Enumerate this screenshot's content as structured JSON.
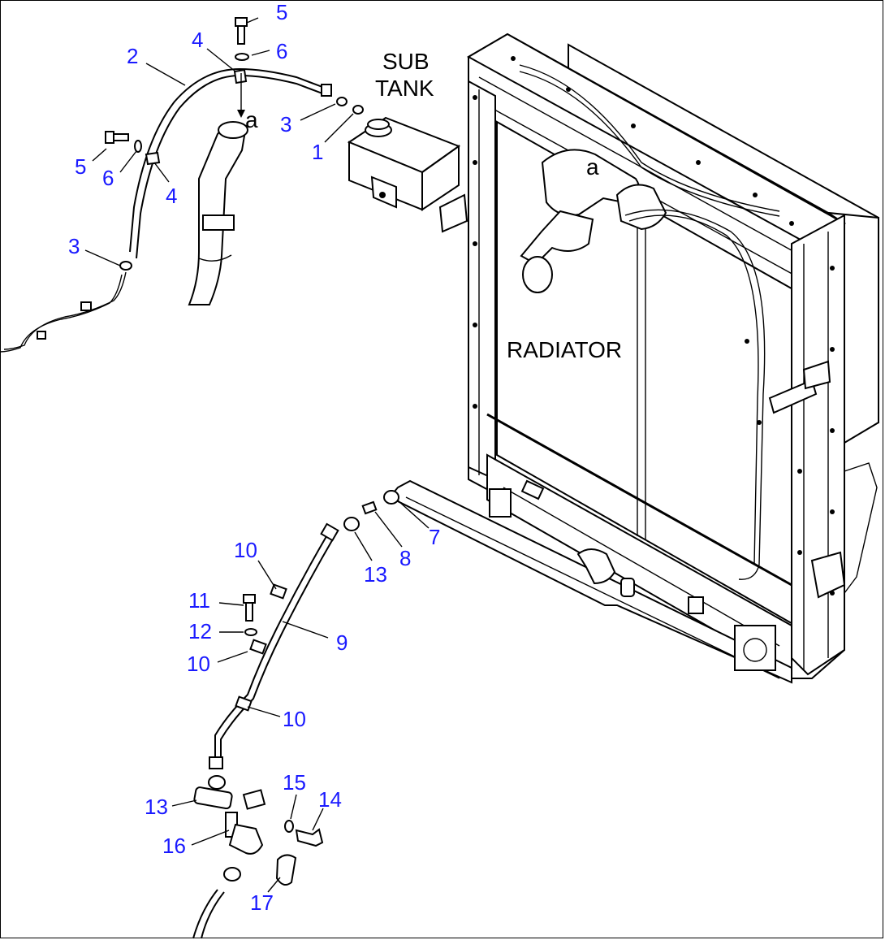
{
  "captions": {
    "sub_tank_line1": "SUB",
    "sub_tank_line2": "TANK",
    "radiator": "RADIATOR",
    "ref_a_top": "a",
    "ref_a_radiator": "a"
  },
  "callouts": [
    {
      "id": "c-5-top",
      "text": "5"
    },
    {
      "id": "c-6-top",
      "text": "6"
    },
    {
      "id": "c-4-top",
      "text": "4"
    },
    {
      "id": "c-2",
      "text": "2"
    },
    {
      "id": "c-3-top",
      "text": "3"
    },
    {
      "id": "c-1",
      "text": "1"
    },
    {
      "id": "c-5-left",
      "text": "5"
    },
    {
      "id": "c-6-left",
      "text": "6"
    },
    {
      "id": "c-4-left",
      "text": "4"
    },
    {
      "id": "c-3-left",
      "text": "3"
    },
    {
      "id": "c-7",
      "text": "7"
    },
    {
      "id": "c-8",
      "text": "8"
    },
    {
      "id": "c-13-mid",
      "text": "13"
    },
    {
      "id": "c-10-a",
      "text": "10"
    },
    {
      "id": "c-11",
      "text": "11"
    },
    {
      "id": "c-12",
      "text": "12"
    },
    {
      "id": "c-9",
      "text": "9"
    },
    {
      "id": "c-10-b",
      "text": "10"
    },
    {
      "id": "c-10-c",
      "text": "10"
    },
    {
      "id": "c-15",
      "text": "15"
    },
    {
      "id": "c-14",
      "text": "14"
    },
    {
      "id": "c-13-low",
      "text": "13"
    },
    {
      "id": "c-16",
      "text": "16"
    },
    {
      "id": "c-17",
      "text": "17"
    }
  ]
}
